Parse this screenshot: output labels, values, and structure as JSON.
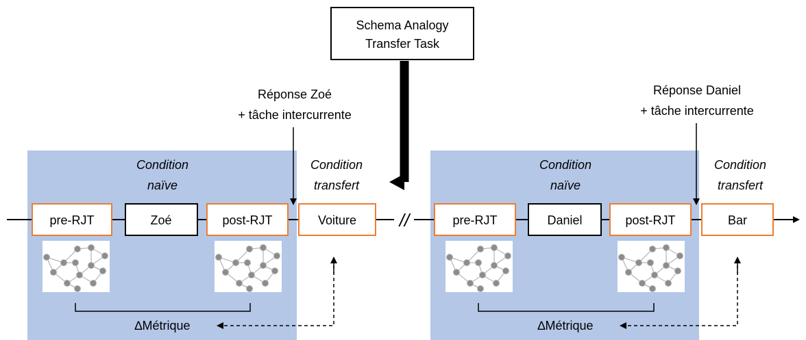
{
  "schema_box": {
    "line1": "Schema Analogy",
    "line2": "Transfer Task"
  },
  "left": {
    "response": {
      "line1": "Réponse Zoé",
      "line2": "+ tâche intercurrente"
    },
    "naive": {
      "line1": "Condition",
      "line2": "naïve"
    },
    "transfer": {
      "line1": "Condition",
      "line2": "transfert"
    },
    "boxes": [
      "pre-RJT",
      "Zoé",
      "post-RJT",
      "Voiture"
    ],
    "metric": "∆Métrique"
  },
  "break_mark": "//",
  "right": {
    "response": {
      "line1": "Réponse Daniel",
      "line2": "+ tâche intercurrente"
    },
    "naive": {
      "line1": "Condition",
      "line2": "naïve"
    },
    "transfer": {
      "line1": "Condition",
      "line2": "transfert"
    },
    "boxes": [
      "pre-RJT",
      "Daniel",
      "post-RJT",
      "Bar"
    ],
    "metric": "∆Métrique"
  },
  "colors": {
    "panel": "#B4C7E7",
    "orange_border": "#ED7D31",
    "black": "#000000",
    "node": "#8c8c8c"
  },
  "icons": [
    "network-graph-icon"
  ]
}
